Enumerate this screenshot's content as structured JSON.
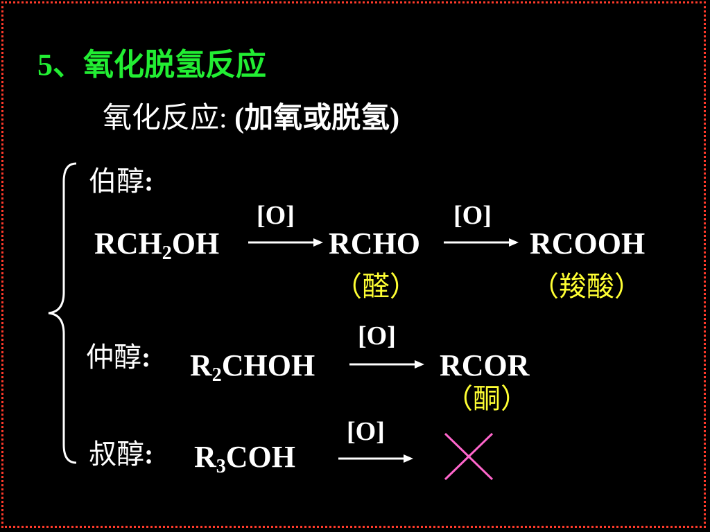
{
  "slide": {
    "title": "5、氧化脱氢反应",
    "subtitle_main": "氧化反应:",
    "subtitle_paren": " (加氧或脱氢)"
  },
  "primary": {
    "label": "伯醇",
    "colon": ":",
    "reactant_pre": "RCH",
    "reactant_sub": "2",
    "reactant_post": "OH",
    "oxidant_1": "[O]",
    "intermediate": "RCHO",
    "intermediate_name": "（醛）",
    "oxidant_2": "[O]",
    "product": "RCOOH",
    "product_name": "（羧酸）"
  },
  "secondary": {
    "label": "仲醇",
    "colon": ":",
    "reactant_pre": "R",
    "reactant_sub": "2",
    "reactant_post": "CHOH",
    "oxidant": "[O]",
    "product": "RCOR",
    "product_name": "（酮）"
  },
  "tertiary": {
    "label": "叔醇",
    "colon": ":",
    "reactant_pre": "R",
    "reactant_sub": "3",
    "reactant_post": "COH",
    "oxidant": "[O]",
    "no_reaction_mark": "cross-icon"
  },
  "colors": {
    "background": "#000000",
    "title": "#22ee33",
    "text": "#ffffff",
    "name_label": "#ffff33",
    "cross": "#ff66cc",
    "border": "#ff3a2a"
  }
}
